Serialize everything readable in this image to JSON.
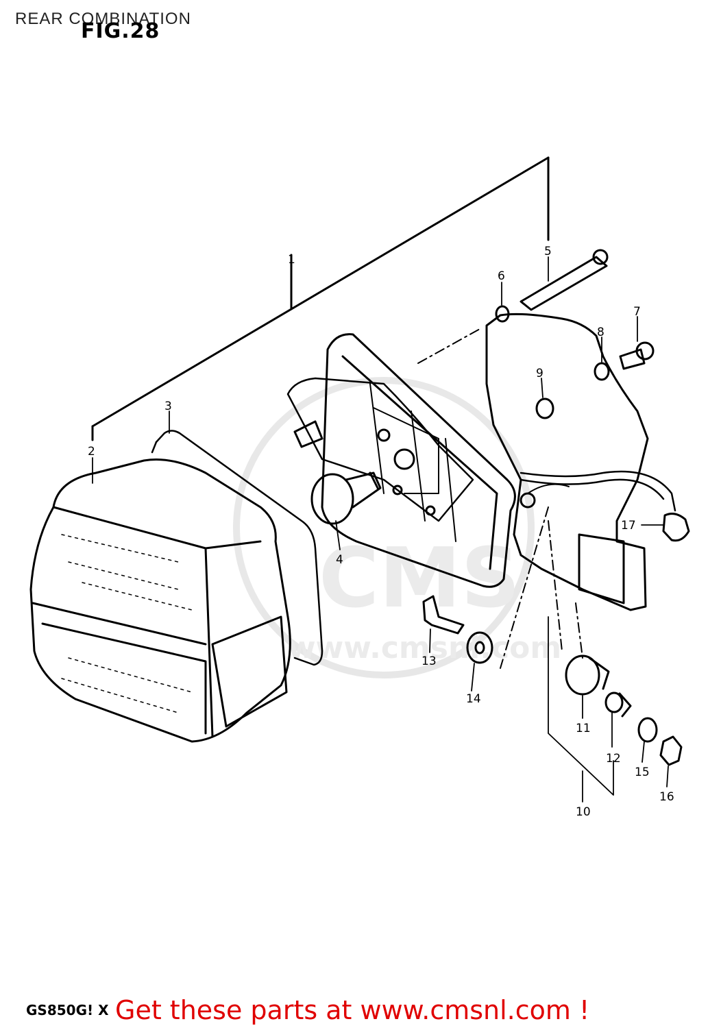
{
  "header": {
    "title": "REAR COMBINATION",
    "figure": "FIG.28"
  },
  "footer": {
    "model": "GS850G! X",
    "promo": "Get these parts at www.cmsnl.com !"
  },
  "watermark": {
    "logo": "CMS",
    "url": "www.cmsnl.com"
  },
  "callouts": [
    {
      "id": "1",
      "label": "1"
    },
    {
      "id": "2",
      "label": "2"
    },
    {
      "id": "3",
      "label": "3"
    },
    {
      "id": "4",
      "label": "4"
    },
    {
      "id": "5",
      "label": "5"
    },
    {
      "id": "6",
      "label": "6"
    },
    {
      "id": "7",
      "label": "7"
    },
    {
      "id": "8",
      "label": "8"
    },
    {
      "id": "9",
      "label": "9"
    },
    {
      "id": "10",
      "label": "10"
    },
    {
      "id": "11",
      "label": "11"
    },
    {
      "id": "12",
      "label": "12"
    },
    {
      "id": "13",
      "label": "13"
    },
    {
      "id": "14",
      "label": "14"
    },
    {
      "id": "15",
      "label": "15"
    },
    {
      "id": "16",
      "label": "16"
    },
    {
      "id": "17",
      "label": "17"
    }
  ],
  "colors": {
    "line": "#000000",
    "promo": "#e00000",
    "watermark": "#cfcfcf"
  }
}
